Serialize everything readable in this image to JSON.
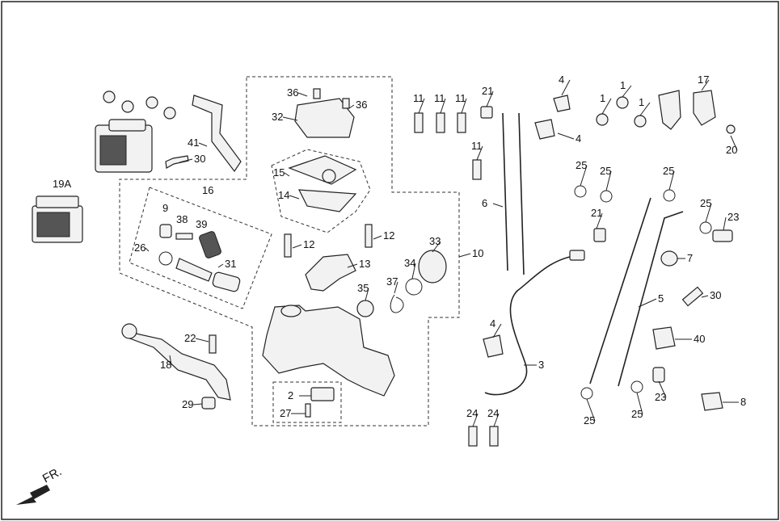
{
  "direction_label": "FR.",
  "callouts": [
    "19A",
    "41",
    "30",
    "16",
    "9",
    "38",
    "39",
    "26",
    "31",
    "36",
    "36",
    "32",
    "15",
    "14",
    "12",
    "12",
    "13",
    "33",
    "34",
    "10",
    "37",
    "35",
    "22",
    "18",
    "29",
    "2",
    "27",
    "11",
    "11",
    "11",
    "21",
    "4",
    "4",
    "11",
    "6",
    "1",
    "1",
    "1",
    "17",
    "20",
    "25",
    "25",
    "25",
    "25",
    "21",
    "23",
    "7",
    "30",
    "5",
    "40",
    "4",
    "3",
    "24",
    "24",
    "23",
    "25",
    "25",
    "8"
  ]
}
